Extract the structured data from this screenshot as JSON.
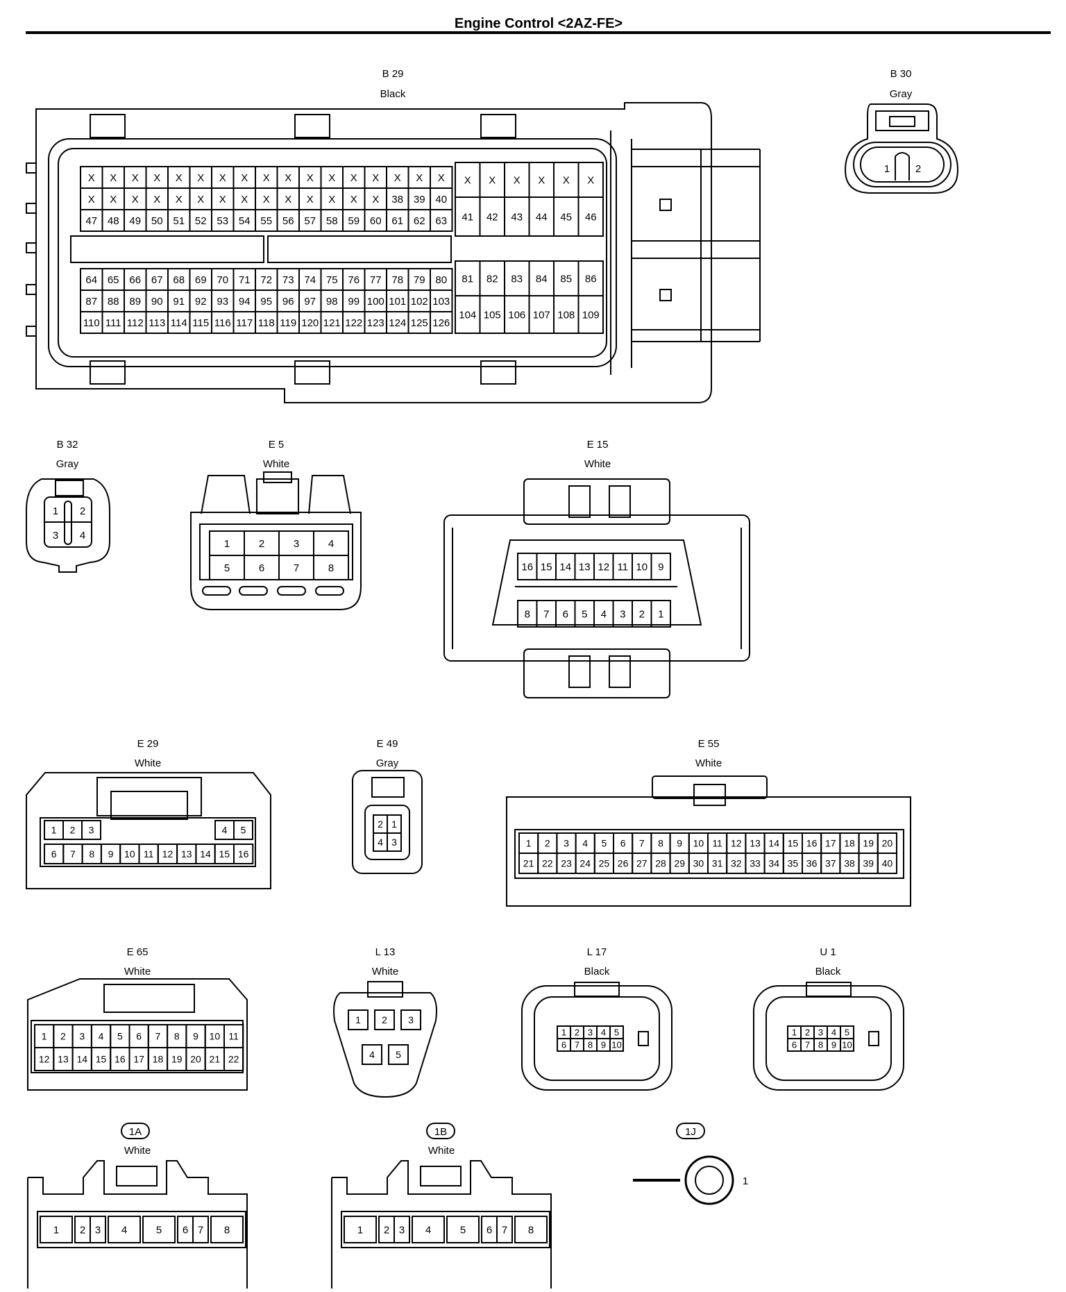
{
  "title": "Engine Control <2AZ-FE>",
  "connectors": {
    "B29": {
      "id": "B 29",
      "color": "Black",
      "main_rows": [
        [
          "X",
          "X",
          "X",
          "X",
          "X",
          "X",
          "X",
          "X",
          "X",
          "X",
          "X",
          "X",
          "X",
          "X",
          "X",
          "X",
          "X"
        ],
        [
          "X",
          "X",
          "X",
          "X",
          "X",
          "X",
          "X",
          "X",
          "X",
          "X",
          "X",
          "X",
          "X",
          "X",
          "38",
          "39",
          "40"
        ],
        [
          "47",
          "48",
          "49",
          "50",
          "51",
          "52",
          "53",
          "54",
          "55",
          "56",
          "57",
          "58",
          "59",
          "60",
          "61",
          "62",
          "63"
        ],
        [
          "64",
          "65",
          "66",
          "67",
          "68",
          "69",
          "70",
          "71",
          "72",
          "73",
          "74",
          "75",
          "76",
          "77",
          "78",
          "79",
          "80"
        ],
        [
          "87",
          "88",
          "89",
          "90",
          "91",
          "92",
          "93",
          "94",
          "95",
          "96",
          "97",
          "98",
          "99",
          "100",
          "101",
          "102",
          "103"
        ],
        [
          "110",
          "111",
          "112",
          "113",
          "114",
          "115",
          "116",
          "117",
          "118",
          "119",
          "120",
          "121",
          "122",
          "123",
          "124",
          "125",
          "126"
        ]
      ],
      "side_rows": [
        [
          "X",
          "X",
          "X",
          "X",
          "X",
          "X"
        ],
        [
          "41",
          "42",
          "43",
          "44",
          "45",
          "46"
        ],
        [
          "81",
          "82",
          "83",
          "84",
          "85",
          "86"
        ],
        [
          "104",
          "105",
          "106",
          "107",
          "108",
          "109"
        ]
      ]
    },
    "B30": {
      "id": "B 30",
      "color": "Gray",
      "pins": [
        "1",
        "2"
      ]
    },
    "B32": {
      "id": "B 32",
      "color": "Gray",
      "pins": [
        "1",
        "2",
        "3",
        "4"
      ]
    },
    "E5": {
      "id": "E 5",
      "color": "White",
      "rows": [
        [
          "1",
          "2",
          "3",
          "4"
        ],
        [
          "5",
          "6",
          "7",
          "8"
        ]
      ]
    },
    "E15": {
      "id": "E 15",
      "color": "White",
      "rows": [
        [
          "16",
          "15",
          "14",
          "13",
          "12",
          "11",
          "10",
          "9"
        ],
        [
          "8",
          "7",
          "6",
          "5",
          "4",
          "3",
          "2",
          "1"
        ]
      ]
    },
    "E29": {
      "id": "E 29",
      "color": "White",
      "row1_left": [
        "1",
        "2",
        "3"
      ],
      "row1_right": [
        "4",
        "5"
      ],
      "row2": [
        "6",
        "7",
        "8",
        "9",
        "10",
        "11",
        "12",
        "13",
        "14",
        "15",
        "16"
      ]
    },
    "E49": {
      "id": "E 49",
      "color": "Gray",
      "rows": [
        [
          "2",
          "1"
        ],
        [
          "4",
          "3"
        ]
      ]
    },
    "E55": {
      "id": "E 55",
      "color": "White",
      "rows": [
        [
          "1",
          "2",
          "3",
          "4",
          "5",
          "6",
          "7",
          "8",
          "9",
          "10",
          "11",
          "12",
          "13",
          "14",
          "15",
          "16",
          "17",
          "18",
          "19",
          "20"
        ],
        [
          "21",
          "22",
          "23",
          "24",
          "25",
          "26",
          "27",
          "28",
          "29",
          "30",
          "31",
          "32",
          "33",
          "34",
          "35",
          "36",
          "37",
          "38",
          "39",
          "40"
        ]
      ]
    },
    "E65": {
      "id": "E 65",
      "color": "White",
      "rows": [
        [
          "1",
          "2",
          "3",
          "4",
          "5",
          "6",
          "7",
          "8",
          "9",
          "10",
          "11"
        ],
        [
          "12",
          "13",
          "14",
          "15",
          "16",
          "17",
          "18",
          "19",
          "20",
          "21",
          "22"
        ]
      ]
    },
    "L13": {
      "id": "L 13",
      "color": "White",
      "rows": [
        [
          "1",
          "2",
          "3"
        ],
        [
          "4",
          "5"
        ]
      ]
    },
    "L17": {
      "id": "L 17",
      "color": "Black",
      "rows": [
        [
          "1",
          "2",
          "3",
          "4",
          "5"
        ],
        [
          "6",
          "7",
          "8",
          "9",
          "10"
        ]
      ]
    },
    "U1": {
      "id": "U 1",
      "color": "Black",
      "rows": [
        [
          "1",
          "2",
          "3",
          "4",
          "5"
        ],
        [
          "6",
          "7",
          "8",
          "9",
          "10"
        ]
      ]
    },
    "1A": {
      "id": "1A",
      "color": "White",
      "pins": [
        "1",
        "2",
        "3",
        "4",
        "5",
        "6",
        "7",
        "8"
      ]
    },
    "1B": {
      "id": "1B",
      "color": "White",
      "pins": [
        "1",
        "2",
        "3",
        "4",
        "5",
        "6",
        "7",
        "8"
      ]
    },
    "1J": {
      "id": "1J",
      "pins": [
        "1"
      ]
    }
  }
}
